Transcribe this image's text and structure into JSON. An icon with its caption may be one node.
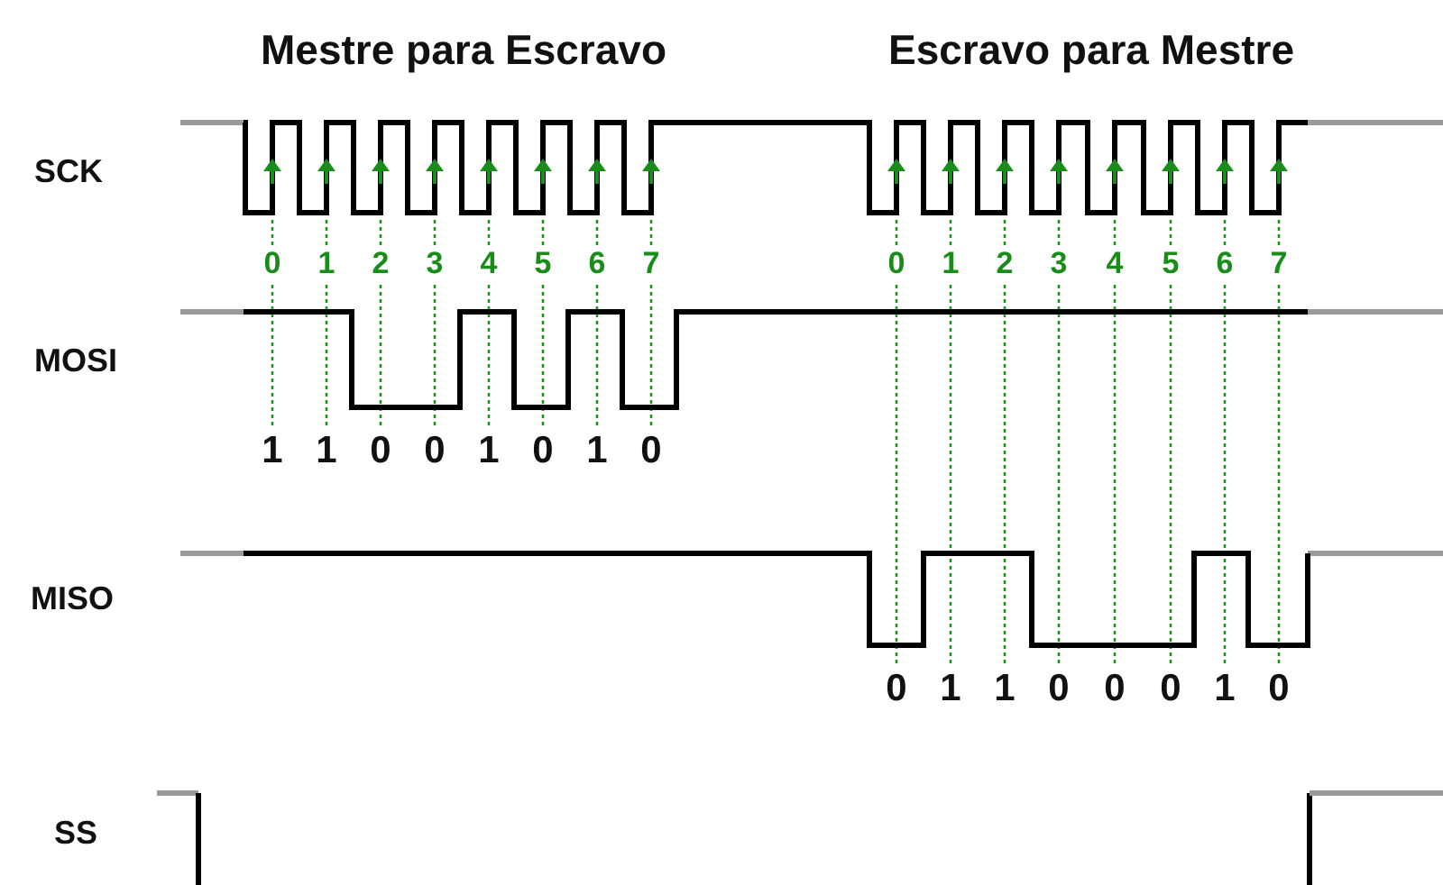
{
  "diagram": {
    "labels": [
      "Mestre para Escravo",
      "Escravo para Mestre",
      "SCK",
      "0",
      "1",
      "2",
      "3",
      "4",
      "5",
      "6",
      "7",
      "0",
      "1",
      "2",
      "3",
      "4",
      "5",
      "6",
      "7",
      "MOSI",
      "1",
      "1",
      "0",
      "0",
      "1",
      "0",
      "1",
      "0",
      "MISO",
      "0",
      "1",
      "1",
      "0",
      "0",
      "0",
      "1",
      "0",
      "SS"
    ]
  }
}
